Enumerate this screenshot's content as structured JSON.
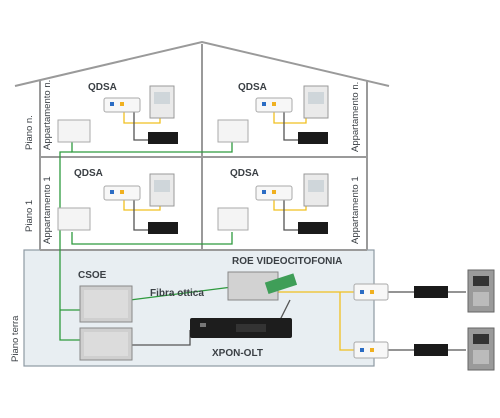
{
  "floors": {
    "top_floor": "Piano n.",
    "first_floor": "Piano 1",
    "ground_floor": "Piano terra"
  },
  "apartments": {
    "top_left": "Appartamento n.",
    "top_right": "Appartamento n.",
    "first_left": "Appartamento 1",
    "first_right": "Appartamento 1"
  },
  "labels": {
    "qdsa_top_left": "QDSA",
    "qdsa_top_right": "QDSA",
    "qdsa_first_left": "QDSA",
    "qdsa_first_right": "QDSA",
    "csoe": "CSOE",
    "fibra": "Fibra ottica",
    "roe": "ROE VIDEOCITOFONIA",
    "olt": "XPON-OLT"
  },
  "colors": {
    "roof_wall": "#9a9a9a",
    "ground_floor_bg": "#e8eef2",
    "fiber_green": "#2e9a3e",
    "line_yellow": "#f0c020",
    "line_gray": "#555555"
  }
}
